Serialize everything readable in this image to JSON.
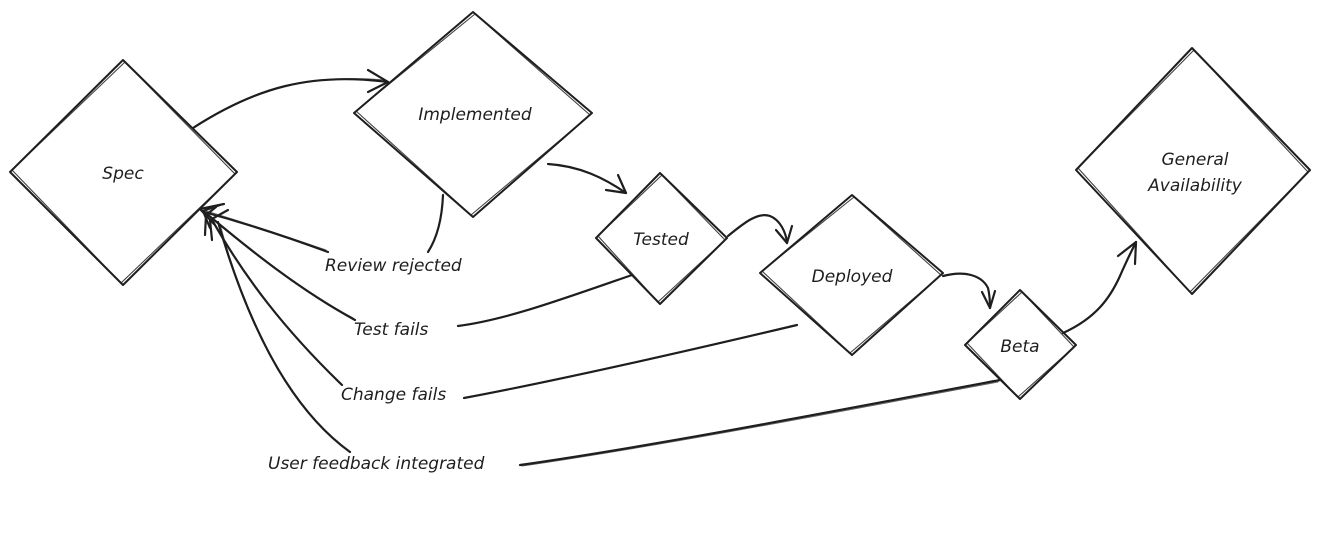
{
  "diagram": {
    "nodes": {
      "spec": {
        "label": "Spec"
      },
      "implemented": {
        "label": "Implemented"
      },
      "tested": {
        "label": "Tested"
      },
      "deployed": {
        "label": "Deployed"
      },
      "beta": {
        "label": "Beta"
      },
      "general_availability": {
        "label_line1": "General",
        "label_line2": "Availability"
      }
    },
    "edge_labels": {
      "review_rejected": "Review rejected",
      "test_fails": "Test fails",
      "change_fails": "Change fails",
      "user_feedback": "User feedback integrated"
    },
    "stroke_color": "#1e1e1e",
    "background_color": "#ffffff"
  }
}
